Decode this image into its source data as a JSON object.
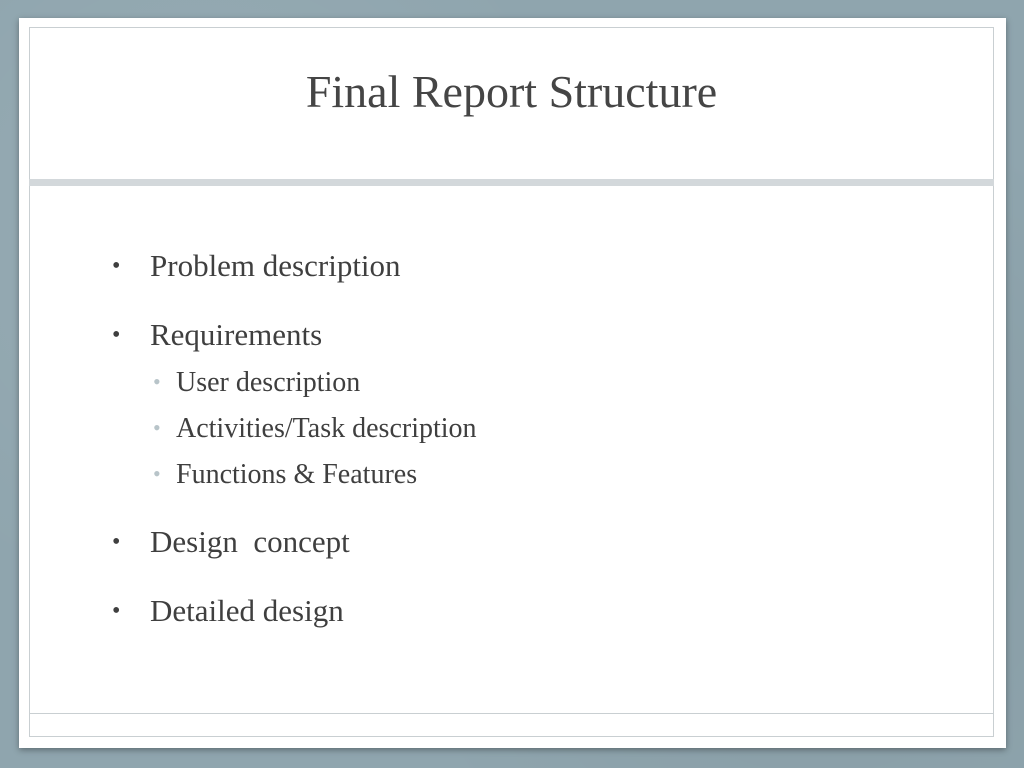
{
  "slide": {
    "title": "Final Report Structure",
    "bullets": [
      {
        "text": "Problem description"
      },
      {
        "text": "Requirements",
        "children": [
          {
            "text": "User description"
          },
          {
            "text": "Activities/Task description"
          },
          {
            "text": "Functions & Features"
          }
        ]
      },
      {
        "text": "Design  concept"
      },
      {
        "text": "Detailed design"
      }
    ],
    "bullet_glyph": "•",
    "colors": {
      "background": "#8fa5ae",
      "slide": "#ffffff",
      "text": "#3f3f3f",
      "sub_bullet": "#b8c4c9",
      "rule": "#d3d8db"
    }
  }
}
